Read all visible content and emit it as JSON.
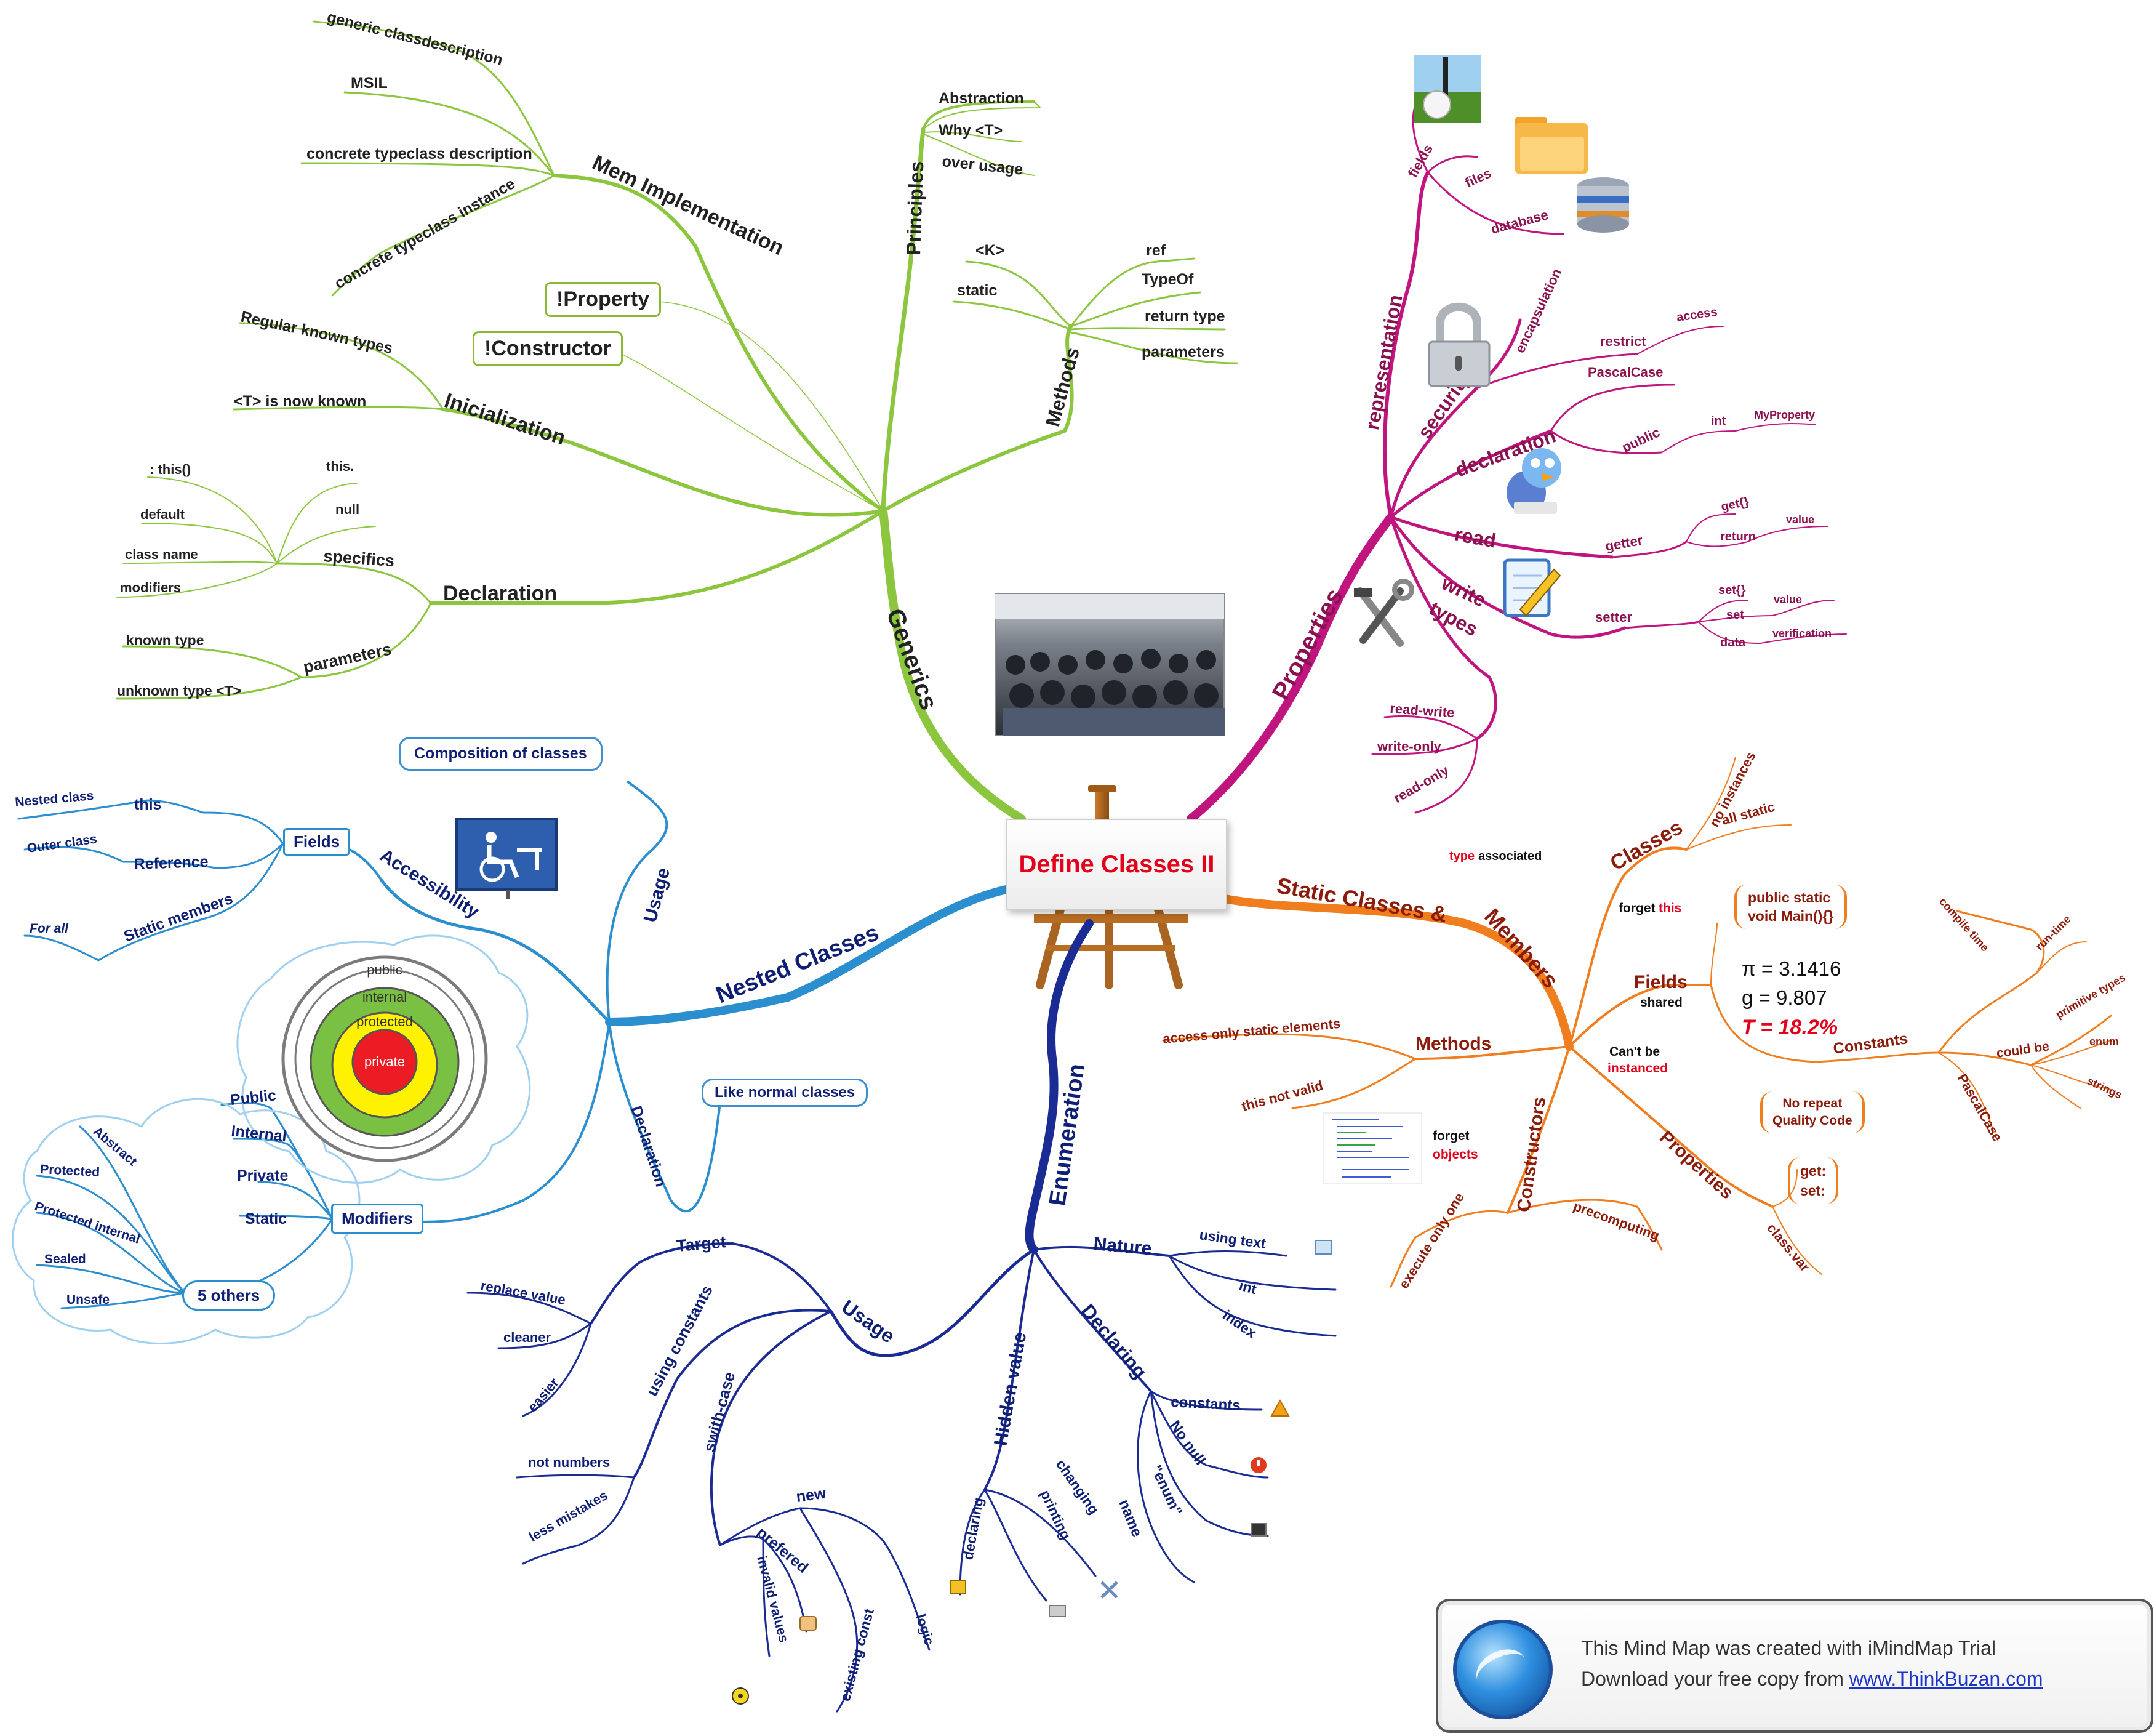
{
  "title": "Define Classes II",
  "colors": {
    "generics": "#8cc63f",
    "properties": "#c0157f",
    "static": "#f07d1e",
    "nested": "#2b8ecf",
    "enumeration": "#1b2b94",
    "center_text": "#e3001b"
  },
  "generics": {
    "label": "Generics",
    "mem": {
      "label": "Mem Implementation",
      "items": [
        "generic classdescription",
        "MSIL",
        "concrete typeclass description",
        "concrete typeclass instance"
      ]
    },
    "property_box": "!Property",
    "constructor_box": "!Constructor",
    "init": {
      "label": "Inicialization",
      "items": [
        "Regular known types",
        "<T> is now known"
      ]
    },
    "decl": {
      "label": "Declaration",
      "specifics": {
        "label": "specifics",
        "items": [
          ": this()",
          "this.",
          "default",
          "null",
          "class name",
          "modifiers"
        ]
      },
      "parameters": {
        "label": "parameters",
        "items": [
          "known type",
          "unknown type <T>"
        ]
      }
    },
    "principles": {
      "label": "Principles",
      "items": [
        "Abstraction",
        "Why <T>",
        "over usage"
      ]
    },
    "methods": {
      "label": "Methods",
      "left": [
        "<K>",
        "static"
      ],
      "right": [
        "ref",
        "TypeOf",
        "return type",
        "parameters"
      ]
    }
  },
  "properties": {
    "label": "Properties",
    "representation": {
      "label": "representation",
      "items": [
        "fields",
        "files",
        "database"
      ]
    },
    "security": {
      "label": "security",
      "encapsulation": "encapsulation",
      "restrict": "restrict",
      "access": "access"
    },
    "declaration": {
      "label": "declaration",
      "pascal": "PascalCase",
      "public": "public",
      "int": "int",
      "myprop": "MyProperty"
    },
    "read": {
      "label": "read",
      "getter": "getter",
      "get": "get{}",
      "return": "return",
      "value": "value"
    },
    "write": {
      "label": "write",
      "setter": "setter",
      "set_block": "set{}",
      "set": "set",
      "value": "value",
      "data": "data",
      "verification": "verification"
    },
    "types": {
      "label": "types",
      "items": [
        "read-write",
        "write-only",
        "read-only"
      ]
    }
  },
  "static": {
    "label": "Static Classes & Members",
    "type_word": "type",
    "associated": "associated",
    "classes": {
      "label": "Classes",
      "items": [
        "no instances",
        "all static"
      ]
    },
    "forget": "forget",
    "this_word": "this",
    "fields": {
      "label": "Fields",
      "shared": "shared"
    },
    "main_box": [
      "public static",
      "void Main(){}"
    ],
    "pi": "π = 3.1416",
    "g": "g = 9.807",
    "t": "T = 18.2%",
    "constants": {
      "label": "Constants",
      "compile": "compile time",
      "runtime": "run-time",
      "could_be": "could be",
      "primitive": "primitive types",
      "enum": "enum",
      "strings": "strings",
      "pascal": "PascalCase"
    },
    "cant_be": "Can't be",
    "instanced": "instanced",
    "methods": {
      "label": "Methods",
      "items": [
        "access only static elements",
        "this not valid"
      ]
    },
    "forget_obj": [
      "forget",
      "objects"
    ],
    "no_repeat": [
      "No repeat",
      "Quality Code"
    ],
    "properties": {
      "label": "Properties",
      "box": [
        "get:",
        "set:"
      ],
      "classvar": "class.var"
    },
    "constructors": {
      "label": "Constructors",
      "items": [
        "execute only one",
        "precomputing"
      ]
    }
  },
  "nested": {
    "label": "Nested Classes",
    "usage": "Usage",
    "composition": "Composition of classes",
    "declaration": "Declaration",
    "like_normal": "Like normal classes",
    "accessibility": "Accessibility",
    "fields": {
      "label": "Fields",
      "items": [
        {
          "label": "this",
          "sub": "Nested class"
        },
        {
          "label": "Reference",
          "sub": "Outer class"
        },
        {
          "label": "Static members",
          "sub": "For all"
        }
      ]
    },
    "rings": [
      "public",
      "internal",
      "protected",
      "private"
    ],
    "modifiers": {
      "label": "Modifiers",
      "items": [
        "Public",
        "Internal",
        "Private",
        "Static"
      ]
    },
    "others": {
      "label": "5 others",
      "items": [
        "Abstract",
        "Protected",
        "Protected internal",
        "Sealed",
        "Unsafe"
      ]
    }
  },
  "enumeration": {
    "label": "Enumeration",
    "usage": {
      "label": "Usage",
      "target": {
        "label": "Target",
        "items": [
          "replace value",
          "cleaner",
          "easier"
        ]
      },
      "constants": {
        "label": "using constants",
        "items": [
          "not numbers",
          "less mistakes"
        ]
      },
      "switch": {
        "label": "swith-case",
        "new": "new",
        "prefered": "prefered",
        "invalid": "invalid values",
        "existing": "existing const",
        "logic": "logic"
      }
    },
    "nature": {
      "label": "Nature",
      "items": [
        "using text",
        "int",
        "index"
      ]
    },
    "declaring": {
      "label": "Declaring",
      "items": [
        "constants",
        "No null",
        "\"enum\"",
        "name"
      ]
    },
    "hidden": {
      "label": "Hidden value",
      "items": [
        "declaring",
        "printing",
        "changing"
      ]
    }
  },
  "promo": {
    "line1": "This Mind Map was created with iMindMap Trial",
    "line2": "Download your free copy from",
    "link": "www.ThinkBuzan.com"
  }
}
